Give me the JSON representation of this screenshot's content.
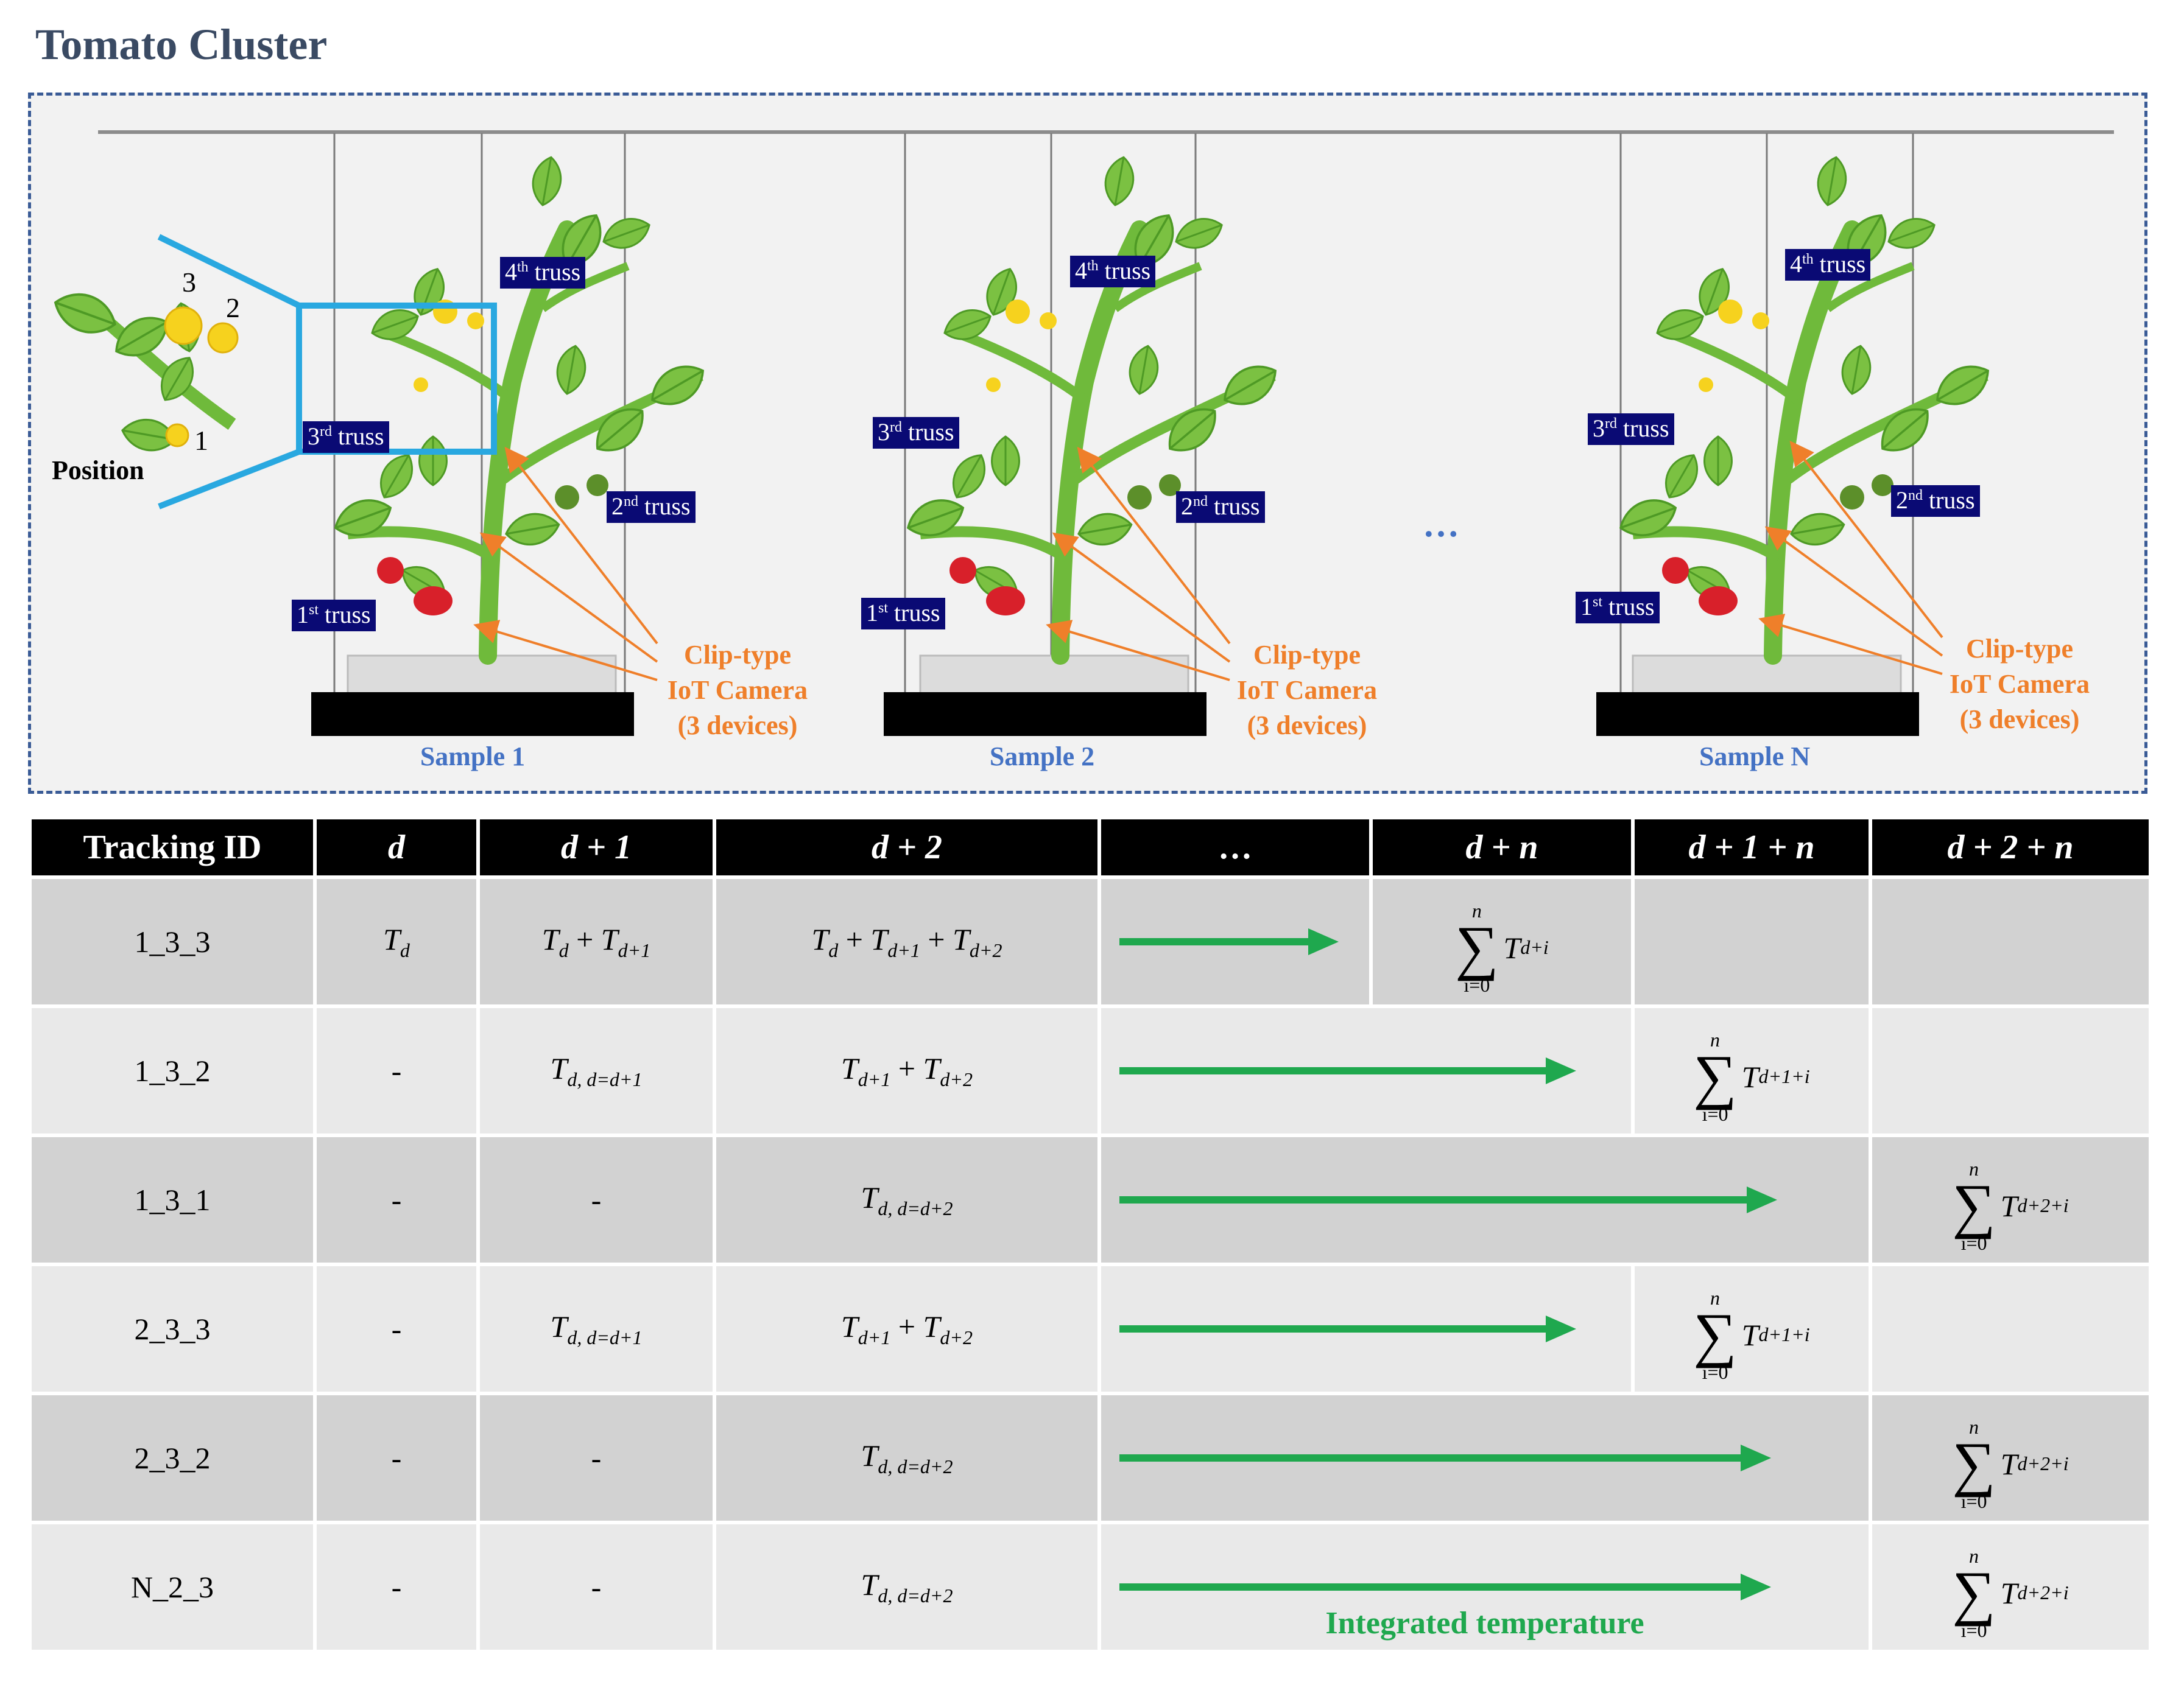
{
  "title": "Tomato Cluster",
  "diagram": {
    "position_label": "Position",
    "position_numbers": [
      "3",
      "2",
      "1"
    ],
    "truss_labels": {
      "t4": {
        "num": "4",
        "suffix": "th",
        "word": "truss"
      },
      "t3": {
        "num": "3",
        "suffix": "rd",
        "word": "truss"
      },
      "t2": {
        "num": "2",
        "suffix": "nd",
        "word": "truss"
      },
      "t1": {
        "num": "1",
        "suffix": "st",
        "word": "truss"
      }
    },
    "camera_label": [
      "Clip-type",
      "IoT Camera",
      "(3 devices)"
    ],
    "samples": [
      "Sample 1",
      "Sample 2",
      "Sample N"
    ],
    "ellipsis": "…",
    "colors": {
      "truss_bg": "#0a0a74",
      "camera_arrow": "#ef7f2a",
      "sample_text": "#4472c4",
      "zoom_box": "#29a8e0",
      "track_arrow": "#1fa84e"
    }
  },
  "table": {
    "headers": [
      "Tracking ID",
      "d",
      "d + 1",
      "d + 2",
      "…",
      "d + n",
      "d + 1 + n",
      "d + 2 + n"
    ],
    "rows": [
      {
        "id": "1_3_3",
        "c1": "T_d",
        "c2": "T_d + T_{d+1}",
        "c3": "T_d + T_{d+1} + T_{d+2}",
        "sum_sub": "d+i"
      },
      {
        "id": "1_3_2",
        "c1": "-",
        "c2": "T_{d, d=d+1}",
        "c3": "T_{d+1} + T_{d+2}",
        "sum_sub": "d+1+i"
      },
      {
        "id": "1_3_1",
        "c1": "-",
        "c2": "-",
        "c3": "T_{d, d=d+2}",
        "sum_sub": "d+2+i"
      },
      {
        "id": "2_3_3",
        "c1": "-",
        "c2": "T_{d, d=d+1}",
        "c3": "T_{d+1} + T_{d+2}",
        "sum_sub": "d+1+i"
      },
      {
        "id": "2_3_2",
        "c1": "-",
        "c2": "-",
        "c3": "T_{d, d=d+2}",
        "sum_sub": "d+2+i"
      },
      {
        "id": "N_2_3",
        "c1": "-",
        "c2": "-",
        "c3": "T_{d, d=d+2}",
        "sum_sub": "d+2+i"
      }
    ],
    "sum_top": "n",
    "sum_bottom": "i=0",
    "arrow_caption": "Integrated temperature"
  }
}
